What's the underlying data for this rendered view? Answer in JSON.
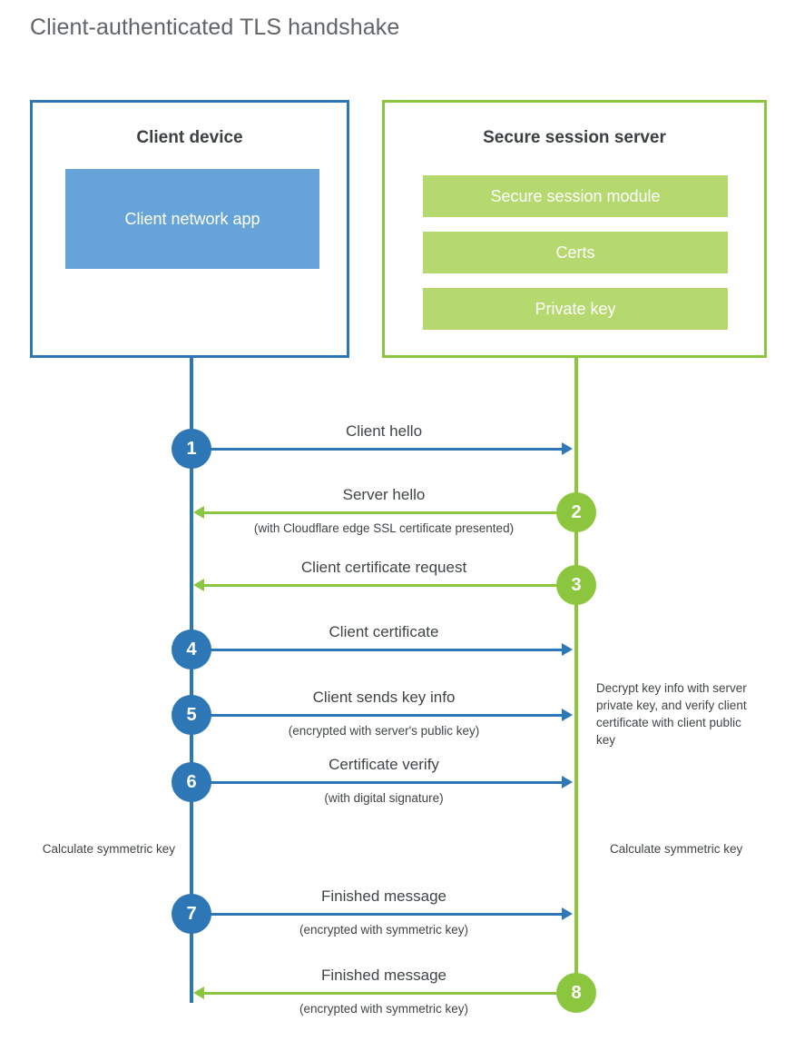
{
  "diagram": {
    "title": "Client-authenticated TLS handshake",
    "type": "sequence-diagram",
    "colors": {
      "client_accent": "#2e77b7",
      "client_fill": "#66a3d8",
      "server_accent": "#8cc63e",
      "server_fill": "#b5d96f",
      "text": "#3f4447",
      "background": "#ffffff"
    }
  },
  "parties": {
    "client": {
      "title": "Client device",
      "components": [
        "Client network app"
      ]
    },
    "server": {
      "title": "Secure session server",
      "components": [
        "Secure session module",
        "Certs",
        "Private key"
      ]
    }
  },
  "steps": [
    {
      "number": "1",
      "label": "Client hello",
      "sub": "",
      "direction": "client-to-server",
      "color": "blue"
    },
    {
      "number": "2",
      "label": "Server hello",
      "sub": "(with Cloudflare edge SSL certificate presented)",
      "direction": "server-to-client",
      "color": "green"
    },
    {
      "number": "3",
      "label": "Client certificate request",
      "sub": "",
      "direction": "server-to-client",
      "color": "green"
    },
    {
      "number": "4",
      "label": "Client certificate",
      "sub": "",
      "direction": "client-to-server",
      "color": "blue"
    },
    {
      "number": "5",
      "label": "Client sends key info",
      "sub": "(encrypted with server's public key)",
      "direction": "client-to-server",
      "color": "blue"
    },
    {
      "number": "6",
      "label": "Certificate verify",
      "sub": "(with digital signature)",
      "direction": "client-to-server",
      "color": "blue"
    },
    {
      "number": "7",
      "label": "Finished message",
      "sub": "(encrypted with symmetric key)",
      "direction": "client-to-server",
      "color": "blue"
    },
    {
      "number": "8",
      "label": "Finished message",
      "sub": "(encrypted with symmetric key)",
      "direction": "server-to-client",
      "color": "green"
    }
  ],
  "annotations": {
    "server_decrypt": "Decrypt key info with server private key, and verify client certificate with client public key",
    "client_calculate": "Calculate symmetric key",
    "server_calculate": "Calculate symmetric key"
  }
}
